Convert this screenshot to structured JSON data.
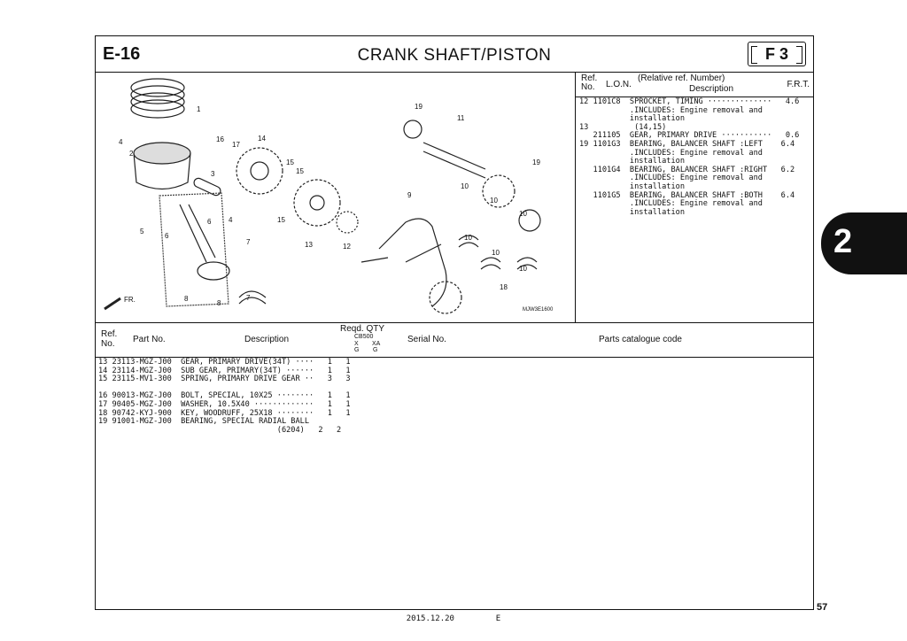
{
  "header": {
    "section_code": "E-16",
    "title": "CRANK  SHAFT/PISTON",
    "group_badge": "F 3"
  },
  "illustration": {
    "drawing_code": "MJW3E1600",
    "front_marker": "FR.",
    "callouts": [
      "1",
      "2",
      "3",
      "4",
      "4",
      "5",
      "6",
      "6",
      "7",
      "7",
      "8",
      "8",
      "9",
      "10",
      "10",
      "10",
      "10",
      "10",
      "10",
      "11",
      "12",
      "13",
      "14",
      "15",
      "15",
      "15",
      "16",
      "17",
      "18",
      "19",
      "19"
    ]
  },
  "ref_panel": {
    "col_ref": "Ref.\nNo.",
    "col_lon": "L.O.N.",
    "col_desc_1": "(Relative ref. Number)",
    "col_desc_2": "Description",
    "col_frt": "F.R.T.",
    "rows": [
      "12 1101C8  SPROCKET, TIMING ··············   4.6",
      "           .INCLUDES: Engine removal and",
      "           installation",
      "13          (14,15)",
      "   211105  GEAR, PRIMARY DRIVE ···········   0.6",
      "19 1101G3  BEARING, BALANCER SHAFT :LEFT    6.4",
      "           .INCLUDES: Engine removal and",
      "           installation",
      "   1101G4  BEARING, BALANCER SHAFT :RIGHT   6.2",
      "           .INCLUDES: Engine removal and",
      "           installation",
      "   1101G5  BEARING, BALANCER SHAFT :BOTH    6.4",
      "           .INCLUDES: Engine removal and",
      "           installation"
    ]
  },
  "parts_header": {
    "ref": "Ref.\nNo.",
    "part_no": "Part No.",
    "description": "Description",
    "reqd_qty": "Reqd. QTY",
    "model": "CB500",
    "col_x": "X",
    "col_xa": "XA",
    "col_g1": "G",
    "col_g2": "G",
    "serial": "Serial No.",
    "catalogue": "Parts catalogue code"
  },
  "parts_rows": [
    "13 23113-MGZ-J00  GEAR, PRIMARY DRIVE(34T) ····   1   1",
    "14 23114-MGZ-J00  SUB GEAR, PRIMARY(34T) ······   1   1",
    "15 23115-MV1-300  SPRING, PRIMARY DRIVE GEAR ··   3   3",
    "",
    "16 90013-MGZ-J00  BOLT, SPECIAL, 10X25 ········   1   1",
    "17 90405-MGZ-J00  WASHER, 10.5X40 ·············   1   1",
    "18 90742-KYJ-900  KEY, WOODRUFF, 25X18 ········   1   1",
    "19 91001-MGZ-J00  BEARING, SPECIAL RADIAL BALL",
    "                                       (6204)   2   2"
  ],
  "side_tab": "2",
  "page_number": "57",
  "footer": {
    "date": "2015.12.20",
    "edition": "E"
  }
}
